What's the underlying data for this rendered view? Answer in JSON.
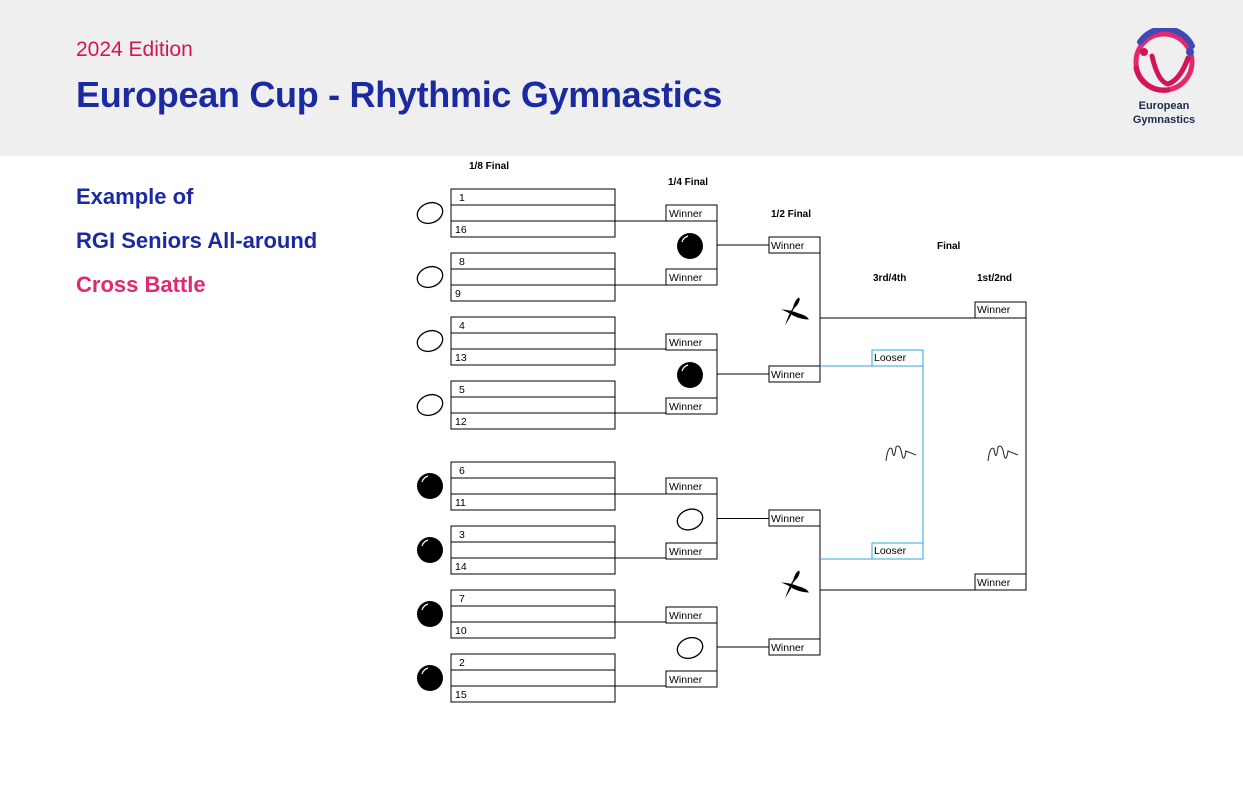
{
  "header": {
    "edition": "2024 Edition",
    "title": "European Cup - Rhythmic Gymnastics",
    "logo_line1": "European",
    "logo_line2": "Gymnastics"
  },
  "side": {
    "line1": "Example of",
    "line2": "RGI Seniors All-around",
    "line3": "Cross Battle"
  },
  "rounds": {
    "r16": "1/8 Final",
    "qf": "1/4 Final",
    "sf": "1/2 Final",
    "final": "Final",
    "third": "3rd/4th",
    "first": "1st/2nd"
  },
  "colors": {
    "title": "#1b2a9e",
    "accent_pink": "#e3286f",
    "edition": "#d4145a",
    "third_place": "#29a8d8",
    "third_label": "#0a6fb0"
  },
  "seeds": [
    "1",
    "16",
    "8",
    "9",
    "4",
    "13",
    "5",
    "12",
    "6",
    "11",
    "3",
    "14",
    "7",
    "10",
    "2",
    "15"
  ],
  "r16_apparatus": [
    "hoop-icon",
    "hoop-icon",
    "hoop-icon",
    "hoop-icon",
    "ball-icon",
    "ball-icon",
    "ball-icon",
    "ball-icon"
  ],
  "qf_apparatus": [
    "ball-icon",
    "ball-icon",
    "hoop-icon",
    "hoop-icon"
  ],
  "sf_apparatus": [
    "clubs-icon",
    "clubs-icon"
  ],
  "final_apparatus": [
    "ribbon-icon",
    "ribbon-icon"
  ],
  "winner_label": "Winner",
  "looser_label": "Looser"
}
